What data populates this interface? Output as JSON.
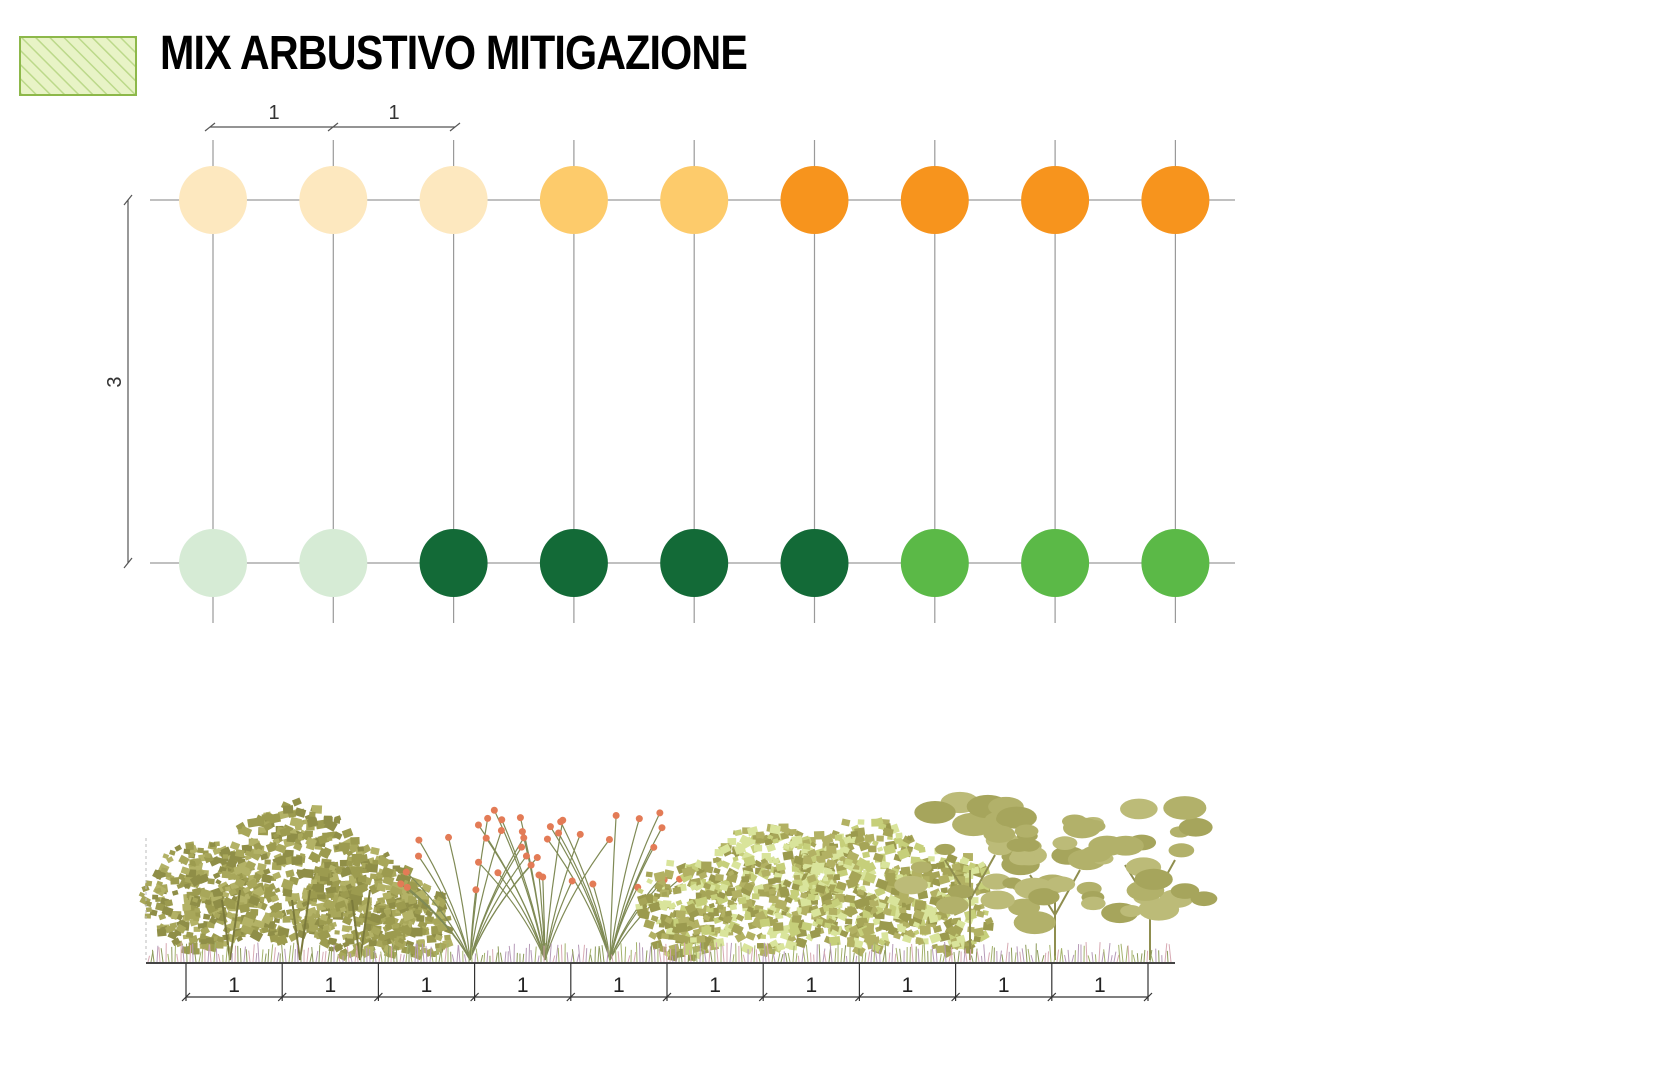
{
  "title": "MIX ARBUSTIVO MITIGAZIONE",
  "legend": {
    "icon": "hatched-green-swatch",
    "fill": "#e6f2c2",
    "hatch": "#b8d67a",
    "border": "#8db84a"
  },
  "plan": {
    "spacing_label": "1",
    "row_distance_label": "3",
    "top_row_colors": [
      "#fde8bf",
      "#fde8bf",
      "#fde8bf",
      "#fdcb6b",
      "#fdcb6b",
      "#f7941d",
      "#f7941d",
      "#f7941d",
      "#f7941d"
    ],
    "bottom_row_colors": [
      "#d6ebd5",
      "#d6ebd5",
      "#136a37",
      "#136a37",
      "#136a37",
      "#136a37",
      "#5bb947",
      "#5bb947",
      "#5bb947"
    ]
  },
  "section": {
    "dimension_labels": [
      "1",
      "1",
      "1",
      "1",
      "1",
      "1",
      "1",
      "1",
      "1",
      "1"
    ]
  }
}
